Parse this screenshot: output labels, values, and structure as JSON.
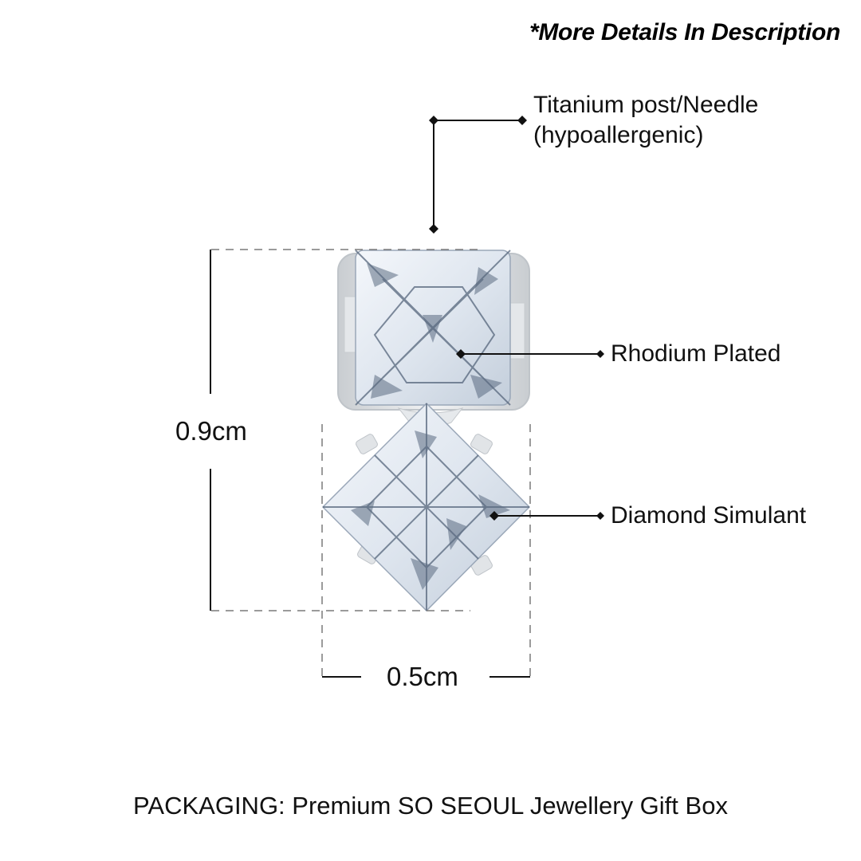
{
  "header": {
    "note": "*More Details In Description"
  },
  "callouts": [
    {
      "id": "post",
      "line1": "Titanium post/Needle",
      "line2": "(hypoallergenic)"
    },
    {
      "id": "plating",
      "line1": "Rhodium Plated"
    },
    {
      "id": "stone",
      "line1": "Diamond Simulant"
    }
  ],
  "dimensions": {
    "height": "0.9cm",
    "width": "0.5cm"
  },
  "footer": {
    "packaging": "PACKAGING: Premium SO SEOUL Jewellery Gift Box"
  },
  "colors": {
    "background": "#ffffff",
    "line": "#111111",
    "dashed": "#7a7a7a",
    "stone_light": "#eef2f8",
    "stone_mid": "#b8c4d4",
    "stone_dark": "#4a5a70",
    "metal": "#d9dcdf"
  }
}
